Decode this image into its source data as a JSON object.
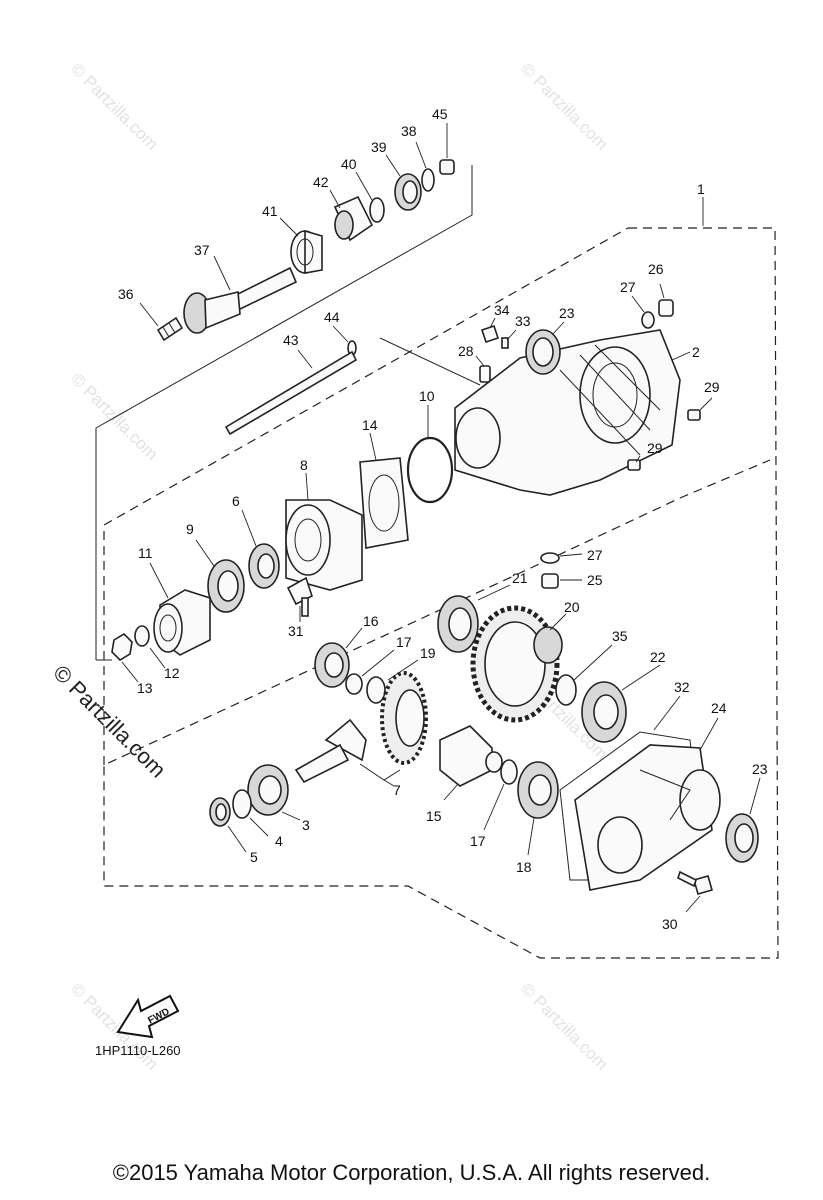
{
  "diagram": {
    "code": "1HP1110-L260",
    "copyright": "©2015 Yamaha Motor Corporation, U.S.A. All rights reserved.",
    "watermark": "© Partzilla.com",
    "fwd_label": "FWD"
  },
  "callouts": {
    "p1": "1",
    "p2": "2",
    "p3": "3",
    "p4": "4",
    "p5": "5",
    "p6": "6",
    "p7": "7",
    "p8": "8",
    "p9": "9",
    "p10": "10",
    "p11": "11",
    "p12": "12",
    "p13": "13",
    "p14": "14",
    "p15": "15",
    "p16": "16",
    "p17a": "17",
    "p17b": "17",
    "p18": "18",
    "p19": "19",
    "p20": "20",
    "p21": "21",
    "p22": "22",
    "p23a": "23",
    "p23b": "23",
    "p24": "24",
    "p25": "25",
    "p26": "26",
    "p27a": "27",
    "p27b": "27",
    "p28": "28",
    "p29a": "29",
    "p29b": "29",
    "p30": "30",
    "p31": "31",
    "p32": "32",
    "p33": "33",
    "p34": "34",
    "p35": "35",
    "p36": "36",
    "p37": "37",
    "p38": "38",
    "p39": "39",
    "p40": "40",
    "p41": "41",
    "p42": "42",
    "p43": "43",
    "p44": "44",
    "p45": "45"
  }
}
